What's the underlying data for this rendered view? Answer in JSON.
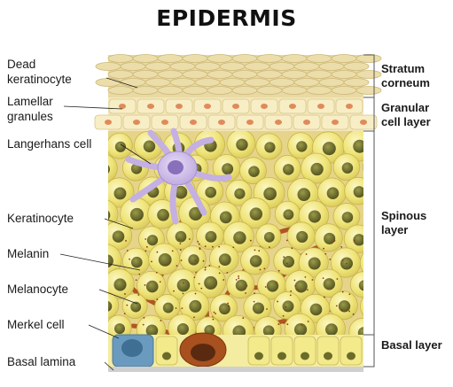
{
  "title": "EPIDERMIS",
  "labels_left": {
    "dead_keratinocyte_1": "Dead",
    "dead_keratinocyte_2": "keratinocyte",
    "lamellar_granules_1": "Lamellar",
    "lamellar_granules_2": "granules",
    "langerhans": "Langerhans cell",
    "keratinocyte": "Keratinocyte",
    "melanin": "Melanin",
    "melanocyte": "Melanocyte",
    "merkel": "Merkel cell",
    "basal_lamina": "Basal lamina"
  },
  "labels_right": {
    "stratum_corneum_1": "Stratum",
    "stratum_corneum_2": "corneum",
    "granular_1": "Granular",
    "granular_2": "cell layer",
    "spinous_1": "Spinous",
    "spinous_2": "layer",
    "basal": "Basal layer"
  },
  "colors": {
    "corneum": "#e9d9a3",
    "granular": "#f3e7b9",
    "spinous_bg": "#e6d48a",
    "cell_fill": "#f0e77e",
    "nucleus": "#6b6b2a",
    "melanocyte": "#a8501e",
    "langerhans": "#cbb8e8",
    "merkel": "#6a9bbf",
    "basal_lamina": "#cfcfcf"
  }
}
